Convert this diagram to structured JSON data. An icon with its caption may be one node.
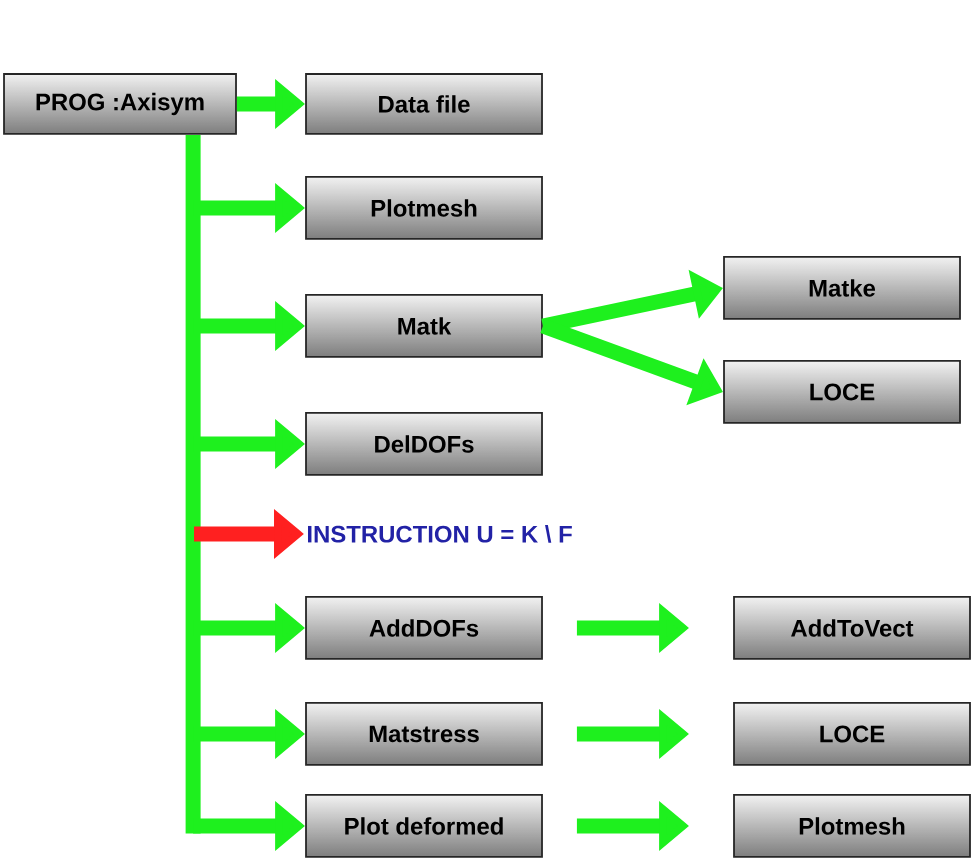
{
  "diagram": {
    "nodes": [
      {
        "text": [
          "PROG :Axisym"
        ]
      },
      {
        "text": [
          "Data file"
        ]
      },
      {
        "text": [
          "Plotmesh"
        ]
      },
      {
        "text": [
          "Matk"
        ]
      },
      {
        "text": [
          "Matke"
        ]
      },
      {
        "text": [
          "LOCE"
        ]
      },
      {
        "text": [
          "DelDOFs"
        ]
      },
      {
        "text": [
          "INSTRUCTION U = K \\ F"
        ]
      },
      {
        "text": [
          "AddDOFs"
        ]
      },
      {
        "text": [
          "AddToVect"
        ]
      },
      {
        "text": [
          "Matstress"
        ]
      },
      {
        "text": [
          "LOCE"
        ]
      },
      {
        "text": [
          "Plot deformed"
        ]
      },
      {
        "text": [
          "Plotmesh"
        ]
      }
    ],
    "edges": [
      {
        "from": 0,
        "to": 1,
        "arrow": "to"
      },
      {
        "from": 0,
        "to": 2,
        "arrow": "to"
      },
      {
        "from": 0,
        "to": 3,
        "arrow": "to"
      },
      {
        "from": 0,
        "to": 6,
        "arrow": "to"
      },
      {
        "from": null,
        "to": 7,
        "arrow": "to",
        "color": "#ff2020"
      },
      {
        "from": 0,
        "to": 8,
        "arrow": "to"
      },
      {
        "from": 0,
        "to": 10,
        "arrow": "to"
      },
      {
        "from": 0,
        "to": 12,
        "arrow": "to"
      },
      {
        "from": 3,
        "to": 4,
        "arrow": "to"
      },
      {
        "from": 3,
        "to": 5,
        "arrow": "to"
      },
      {
        "from": 8,
        "to": 9,
        "arrow": "to"
      },
      {
        "from": 10,
        "to": 11,
        "arrow": "to"
      },
      {
        "from": 12,
        "to": 13,
        "arrow": "to"
      }
    ]
  }
}
